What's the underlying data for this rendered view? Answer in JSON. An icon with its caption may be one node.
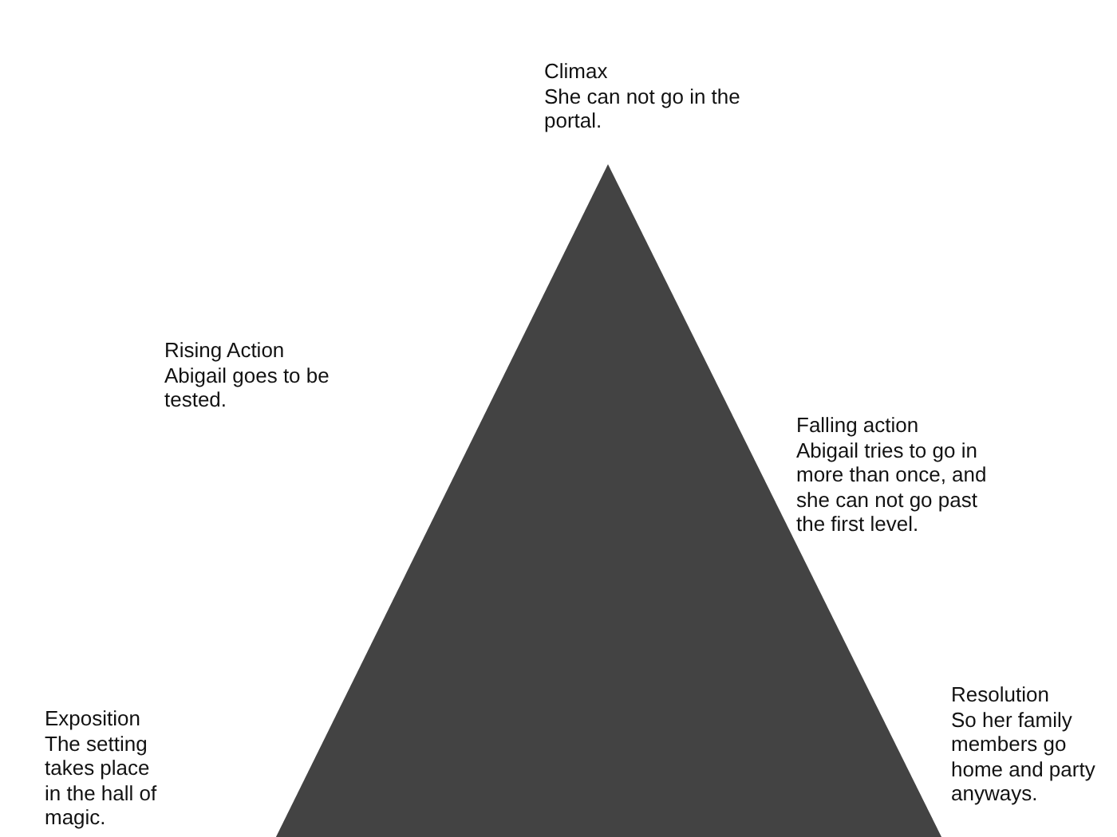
{
  "diagram": {
    "labels": [
      "Climax",
      "She can not go in the portal.",
      "Rising Action",
      "Abigail goes to be tested.",
      "Falling action",
      "Abigail tries to go in more than once, and she can not go past the first level.",
      "Exposition",
      "The setting takes place in the hall of magic.",
      "Resolution",
      "So her family members go home and party anyways."
    ]
  }
}
